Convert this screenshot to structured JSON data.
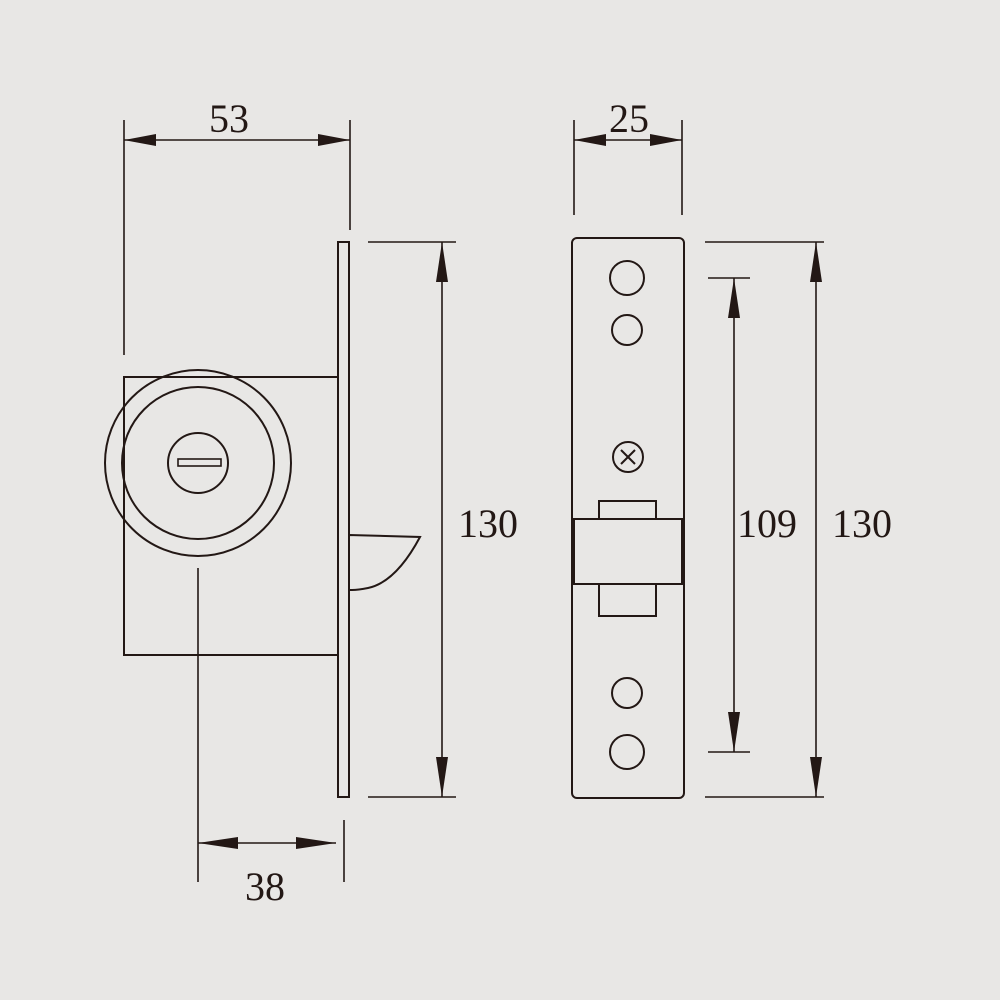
{
  "dimensions": {
    "side_width": "53",
    "side_height": "130",
    "backset": "38",
    "faceplate_width": "25",
    "hole_spacing": "109",
    "faceplate_height": "130"
  },
  "colors": {
    "background": "#e8e7e5",
    "line": "#231815"
  },
  "icons": [
    "phillips-screw-icon",
    "keyhole-slot-icon"
  ]
}
